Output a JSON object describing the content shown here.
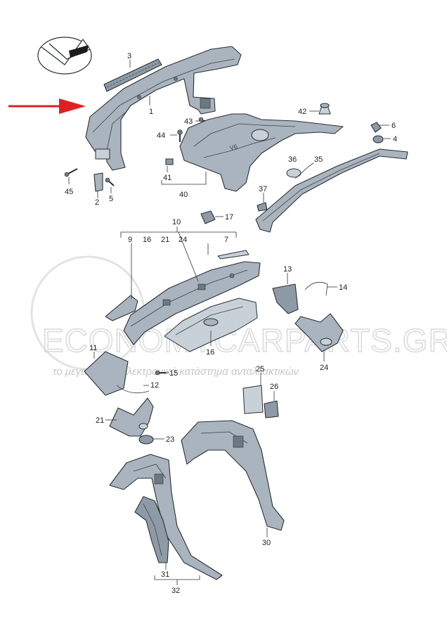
{
  "watermark": {
    "title": "ECONOMYCARPARTS.GR",
    "subtitle": "το μεγαλύτερο ηλεκτρονικό κατάστημα ανταλλακτικών"
  },
  "colors": {
    "panel": "#a9b4be",
    "outline": "#2a2f35",
    "arrow": "#e02020",
    "watermark": "#d9d9d9"
  },
  "icons": {
    "logo": "vw-checkmark-logo",
    "direction": "red-arrow-icon"
  },
  "labels": {
    "p1": "1",
    "p2": "2",
    "p3": "3",
    "p4": "4",
    "p5": "5",
    "p6": "6",
    "p7": "7",
    "p9": "9",
    "p10": "10",
    "p11": "11",
    "p12": "12",
    "p13": "13",
    "p14": "14",
    "p15": "15",
    "p16a": "16",
    "p16b": "16",
    "p17": "17",
    "p21a": "21",
    "p21b": "21",
    "p23": "23",
    "p24a": "24",
    "p24b": "24",
    "p25": "25",
    "p26": "26",
    "p30": "30",
    "p31": "31",
    "p32": "32",
    "p35": "35",
    "p36": "36",
    "p37": "37",
    "p40": "40",
    "p41": "41",
    "p42": "42",
    "p43": "43",
    "p44": "44",
    "p45": "45"
  }
}
